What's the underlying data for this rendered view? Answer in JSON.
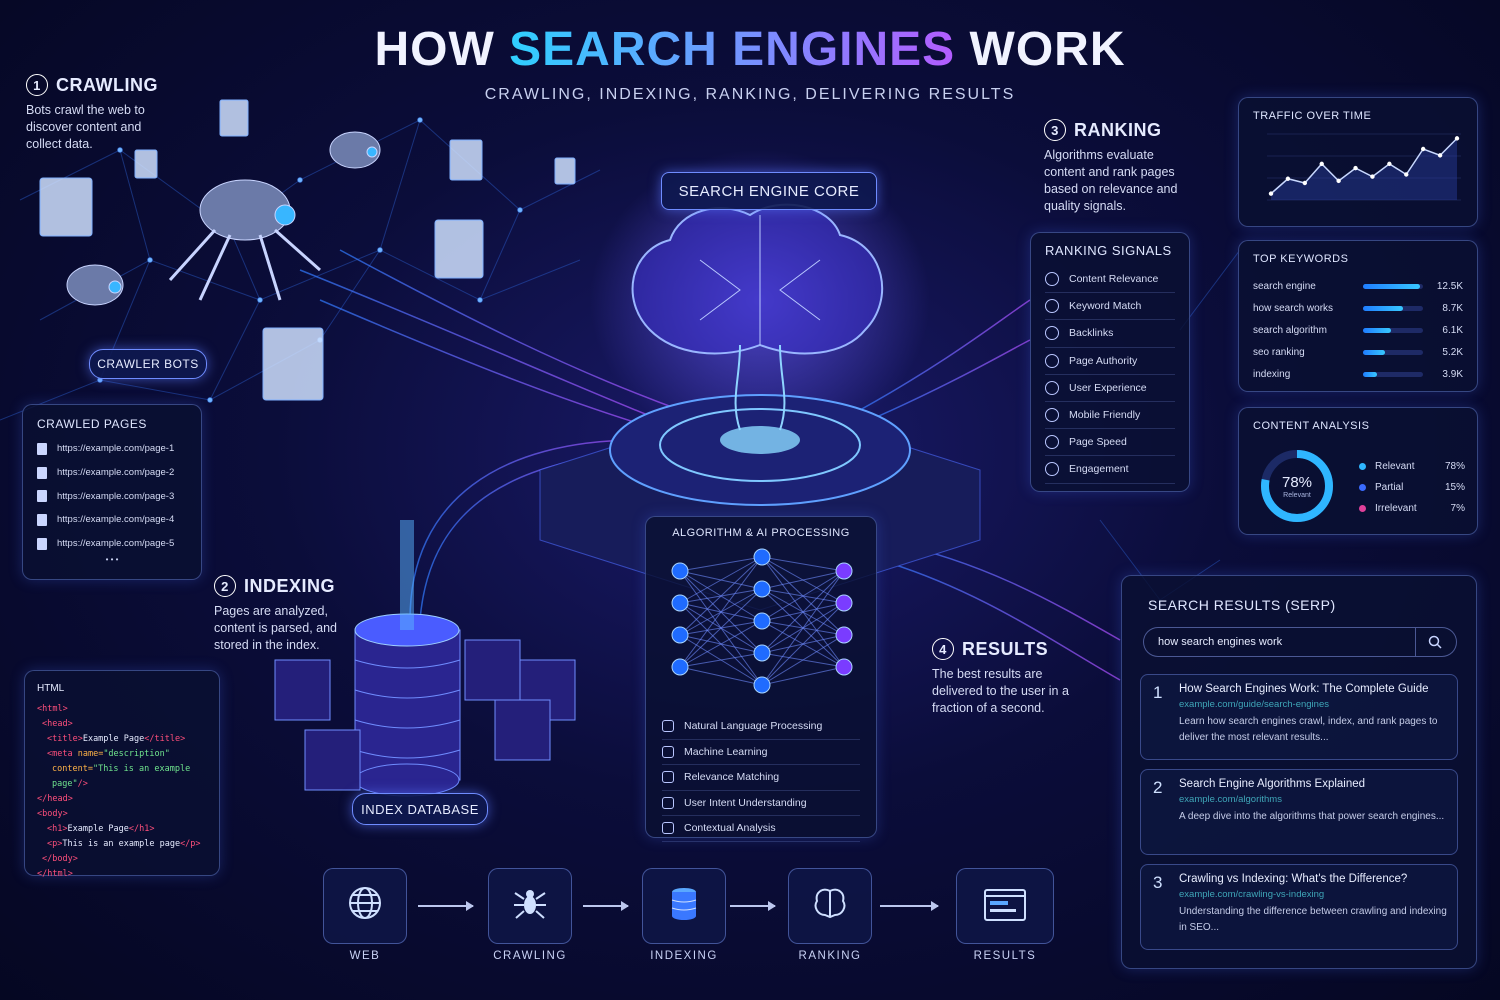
{
  "title": {
    "part1": "HOW ",
    "part2": "SEARCH ENGINES",
    "part3": " WORK",
    "subtitle": "CRAWLING, INDEXING, RANKING, DELIVERING RESULTS"
  },
  "crawling": {
    "num": "1",
    "title": "CRAWLING",
    "desc": "Bots crawl the web to discover content and collect data.",
    "bots_label": "CRAWLER BOTS"
  },
  "crawled_pages": {
    "title": "CRAWLED PAGES",
    "items": [
      "https://example.com/page-1",
      "https://example.com/page-2",
      "https://example.com/page-3",
      "https://example.com/page-4",
      "https://example.com/page-5"
    ],
    "more": "• • •"
  },
  "indexing": {
    "num": "2",
    "title": "INDEXING",
    "desc": "Pages are analyzed, content is parsed, and stored in the index.",
    "db_label": "INDEX DATABASE"
  },
  "html_panel": {
    "title": "HTML"
  },
  "core": {
    "label": "SEARCH ENGINE CORE"
  },
  "ai": {
    "title": "ALGORITHM & AI PROCESSING",
    "items": [
      "Natural Language Processing",
      "Machine Learning",
      "Relevance Matching",
      "User Intent Understanding",
      "Contextual Analysis"
    ]
  },
  "ranking": {
    "num": "3",
    "title": "RANKING",
    "desc": "Algorithms evaluate content and rank pages based on relevance and quality signals."
  },
  "signals": {
    "title": "RANKING SIGNALS",
    "items": [
      "Content Relevance",
      "Keyword Match",
      "Backlinks",
      "Page Authority",
      "User Experience",
      "Mobile Friendly",
      "Page Speed",
      "Engagement"
    ]
  },
  "results": {
    "num": "4",
    "title": "RESULTS",
    "desc": "The best results are delivered to the user in a fraction of a second."
  },
  "traffic": {
    "title": "TRAFFIC OVER TIME",
    "values": [
      3,
      10,
      8,
      17,
      9,
      15,
      11,
      17,
      12,
      24,
      21,
      29
    ],
    "ymax": 32
  },
  "keywords": {
    "title": "TOP KEYWORDS",
    "items": [
      {
        "k": "search engine",
        "v": "12.5K",
        "f": 0.95
      },
      {
        "k": "how search works",
        "v": "8.7K",
        "f": 0.66
      },
      {
        "k": "search algorithm",
        "v": "6.1K",
        "f": 0.47
      },
      {
        "k": "seo ranking",
        "v": "5.2K",
        "f": 0.36
      },
      {
        "k": "indexing",
        "v": "3.9K",
        "f": 0.24
      }
    ]
  },
  "content": {
    "title": "CONTENT ANALYSIS",
    "center": "78%",
    "center_sub": "Relevant",
    "items": [
      {
        "label": "Relevant",
        "pct": "78%",
        "color": "#2fb6ff"
      },
      {
        "label": "Partial",
        "pct": "15%",
        "color": "#3a6bff"
      },
      {
        "label": "Irrelevant",
        "pct": "7%",
        "color": "#e0409a"
      }
    ]
  },
  "serp": {
    "title": "SEARCH RESULTS (SERP)",
    "query": "how search engines work",
    "items": [
      {
        "n": "1",
        "title": "How Search Engines Work: The Complete Guide",
        "url": "example.com/guide/search-engines",
        "desc": "Learn how search engines crawl, index, and rank pages to deliver the most relevant results..."
      },
      {
        "n": "2",
        "title": "Search Engine Algorithms Explained",
        "url": "example.com/algorithms",
        "desc": "A deep dive into the algorithms that power search engines..."
      },
      {
        "n": "3",
        "title": "Crawling vs Indexing: What's the Difference?",
        "url": "example.com/crawling-vs-indexing",
        "desc": "Understanding the difference between crawling and indexing in SEO..."
      }
    ]
  },
  "flow": [
    "WEB",
    "CRAWLING",
    "INDEXING",
    "RANKING",
    "RESULTS"
  ]
}
